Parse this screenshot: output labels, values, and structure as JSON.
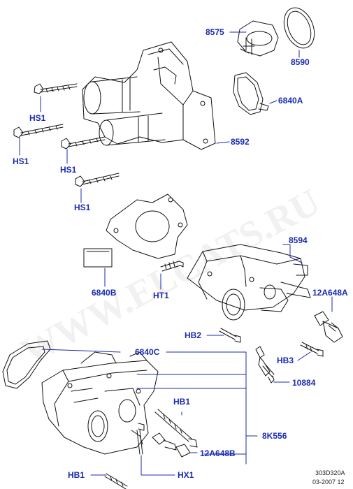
{
  "watermark": "WWW.ELCATS.RU",
  "labels": {
    "p8575": "8575",
    "p8590": "8590",
    "p6840A": "6840A",
    "p8592": "8592",
    "hs1_a": "HS1",
    "hs1_b": "HS1",
    "hs1_c": "HS1",
    "hs1_d": "HS1",
    "p8594": "8594",
    "p12A648A": "12A648A",
    "p6840B": "6840B",
    "ht1": "HT1",
    "hb2": "HB2",
    "hb3": "HB3",
    "p10884": "10884",
    "p6840C": "6840C",
    "hb1_a": "HB1",
    "p8K556": "8K556",
    "p12A648B": "12A648B",
    "hb1_b": "HB1",
    "hx1": "HX1"
  },
  "footer": {
    "code": "303D320A",
    "date": "03-2007 12"
  },
  "colors": {
    "label": "#1a2bb0",
    "line": "#111111",
    "leader": "#1a2bb0"
  }
}
